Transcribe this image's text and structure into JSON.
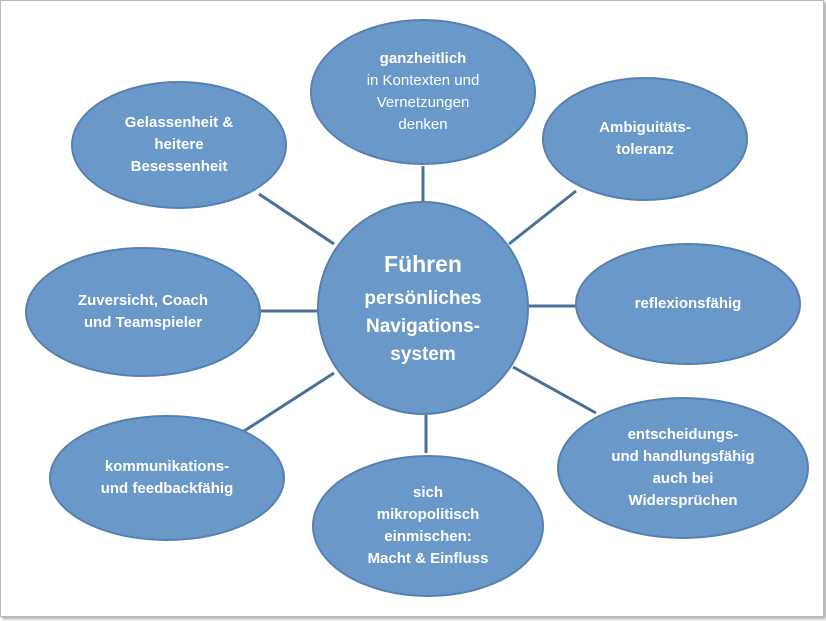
{
  "center": {
    "title": "Führen",
    "lines": [
      "persönliches",
      "Navigations-",
      "system"
    ]
  },
  "nodes": {
    "ganzheitlich": {
      "lines": [
        "ganzheitlich",
        "in Kontexten und",
        "Vernetzungen",
        "denken"
      ]
    },
    "gelassenheit": {
      "lines": [
        "Gelassenheit &",
        "heitere",
        "Besessenheit"
      ]
    },
    "ambiguitaet": {
      "lines": [
        "Ambiguitäts-",
        "toleranz"
      ]
    },
    "zuversicht": {
      "lines": [
        "Zuversicht, Coach",
        "und Teamspieler"
      ]
    },
    "reflexion": {
      "lines": [
        "reflexionsfähig"
      ]
    },
    "kommunikation": {
      "lines": [
        "kommunikations-",
        "und feedbackfähig"
      ]
    },
    "mikropolitisch": {
      "lines": [
        "sich",
        "mikropolitisch",
        "einmischen:",
        "Macht & Einfluss"
      ]
    },
    "entscheidung": {
      "lines": [
        "entscheidungs-",
        "und handlungsfähig",
        "auch bei",
        "Widersprüchen"
      ]
    }
  },
  "colors": {
    "node_fill": "#6a98c9",
    "node_border": "#5580b0",
    "connector": "#4a6f9a",
    "text": "#ffffff"
  }
}
